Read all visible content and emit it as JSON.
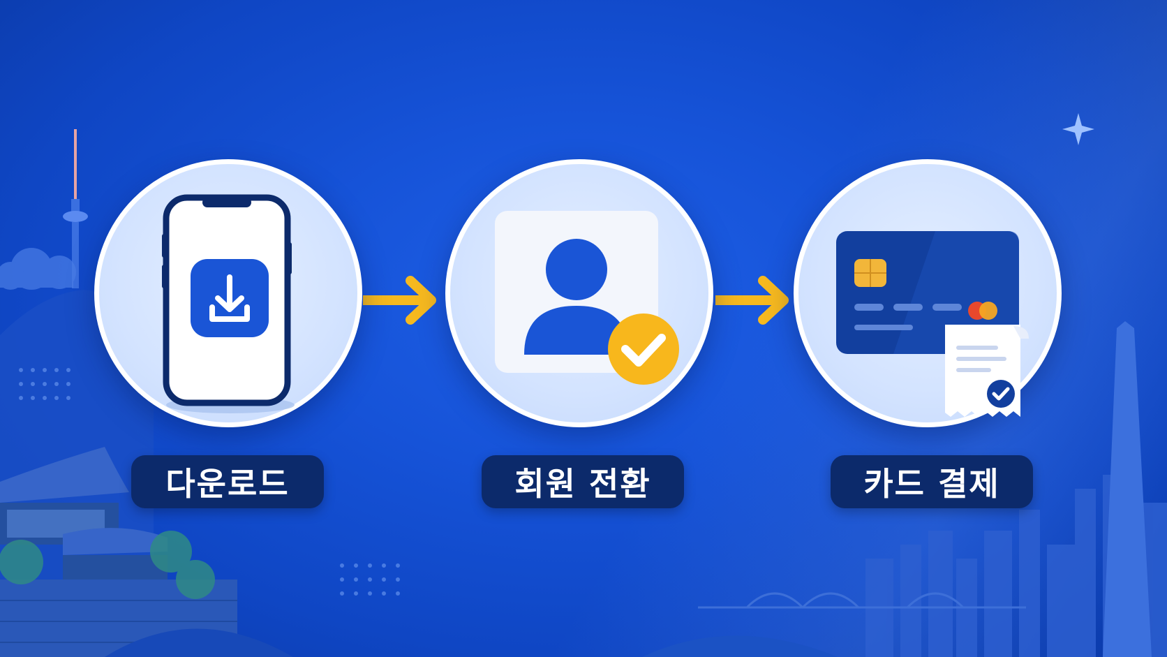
{
  "steps": [
    {
      "label": "다운로드",
      "icon": "phone-download-icon"
    },
    {
      "label": "회원 전환",
      "icon": "user-check-icon"
    },
    {
      "label": "카드 결제",
      "icon": "card-receipt-icon"
    }
  ],
  "colors": {
    "background": "#1653d8",
    "label_bg": "#0c2a6b",
    "arrow": "#f6b91f",
    "accent_blue": "#1a55d6",
    "check_yellow": "#f8b71c"
  }
}
